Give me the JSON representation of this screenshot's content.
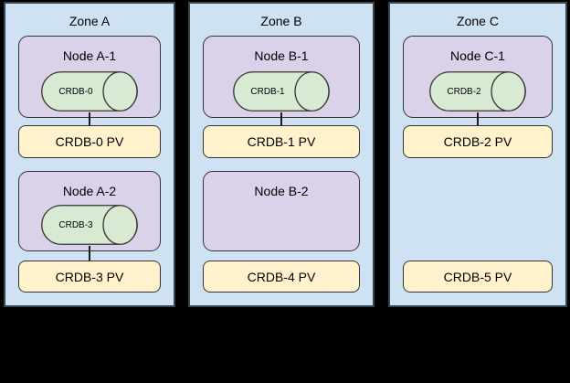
{
  "colors": {
    "canvas_background": "#000000",
    "zone_fill": "#cfe2f3",
    "zone_border": "#37474f",
    "node_fill": "#d9d2e9",
    "cylinder_fill": "#d9ead3",
    "pv_fill": "#fff2cc",
    "shape_border": "#333333",
    "text": "#000000"
  },
  "diagram": {
    "zones": [
      {
        "label": "Zone A",
        "rows": [
          {
            "node": {
              "label": "Node A-1",
              "cylinder": "CRDB-0"
            },
            "pv": "CRDB-0 PV",
            "connected": true
          },
          {
            "node": {
              "label": "Node A-2",
              "cylinder": "CRDB-3"
            },
            "pv": "CRDB-3 PV",
            "connected": true
          }
        ]
      },
      {
        "label": "Zone B",
        "rows": [
          {
            "node": {
              "label": "Node B-1",
              "cylinder": "CRDB-1"
            },
            "pv": "CRDB-1 PV",
            "connected": true
          },
          {
            "node": {
              "label": "Node B-2",
              "cylinder": null
            },
            "pv": "CRDB-4 PV",
            "connected": false
          }
        ]
      },
      {
        "label": "Zone C",
        "rows": [
          {
            "node": {
              "label": "Node C-1",
              "cylinder": "CRDB-2"
            },
            "pv": "CRDB-2 PV",
            "connected": true
          },
          {
            "node": null,
            "pv": "CRDB-5 PV",
            "connected": false
          }
        ]
      }
    ]
  }
}
